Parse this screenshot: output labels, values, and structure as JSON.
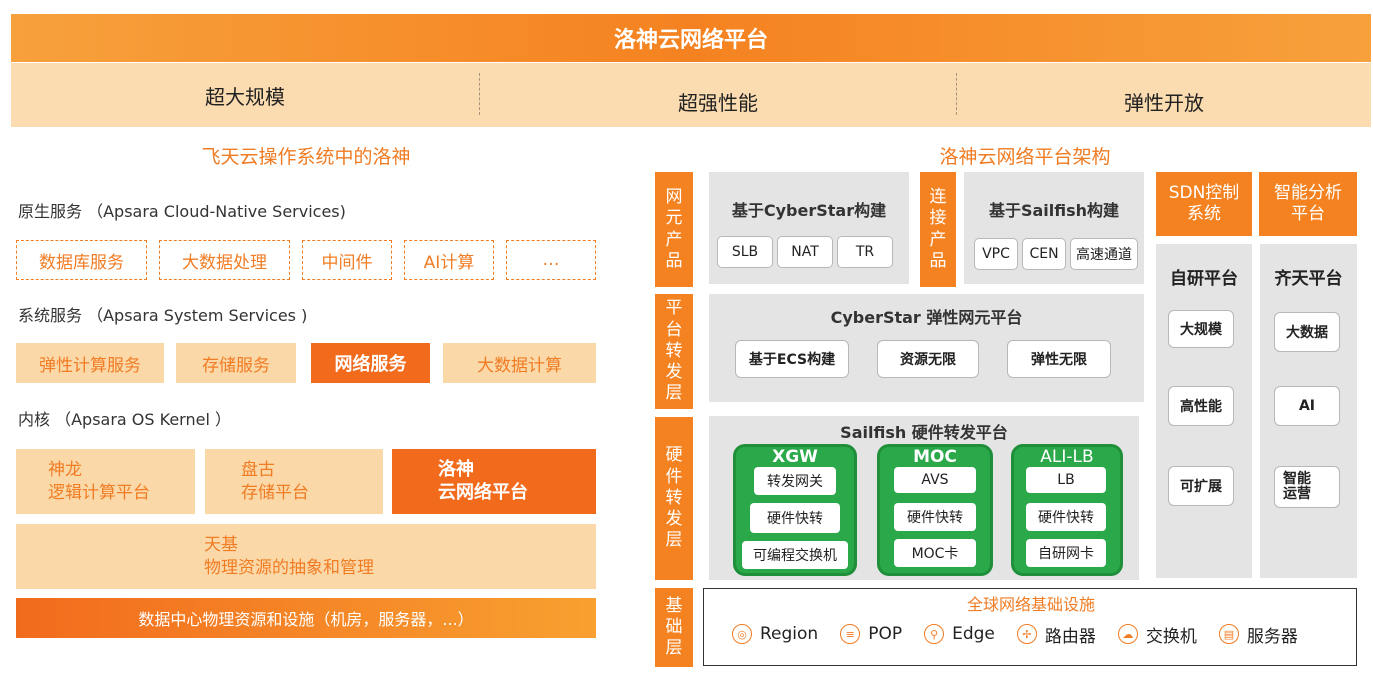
{
  "banner": {
    "title": "洛神云网络平台"
  },
  "pillars": [
    "超大规模",
    "超强性能",
    "弹性开放"
  ],
  "left": {
    "title": "飞天云操作系统中的洛神",
    "native": {
      "label": "原生服务 （Apsara Cloud-Native Services)",
      "items": [
        "数据库服务",
        "大数据处理",
        "中间件",
        "AI计算",
        "…"
      ]
    },
    "system": {
      "label": "系统服务 （Apsara System Services )",
      "items": [
        "弹性计算服务",
        "存储服务",
        "网络服务",
        "大数据计算"
      ]
    },
    "kernel": {
      "label": "内核 （Apsara OS Kernel ）",
      "shenlong": {
        "line1": "神龙",
        "line2": "逻辑计算平台"
      },
      "pangu": {
        "line1": "盘古",
        "line2": "存储平台"
      },
      "luoshen": {
        "line1": "洛神",
        "line2": "云网络平台"
      },
      "tianji": {
        "line1": "天基",
        "line2": "物理资源的抽象和管理"
      }
    },
    "datacenter": "数据中心物理资源和设施（机房，服务器，...）"
  },
  "right": {
    "title": "洛神云网络平台架构",
    "layers": {
      "network_product": [
        "网",
        "元",
        "产",
        "品"
      ],
      "connect_product": [
        "连",
        "接",
        "产",
        "品"
      ],
      "forwarding": [
        "平",
        "台",
        "转",
        "发",
        "层"
      ],
      "hardware": [
        "硬",
        "件",
        "转",
        "发",
        "层"
      ],
      "base": [
        "基",
        "础",
        "层"
      ]
    },
    "cyberstar_build": {
      "title": "基于CyberStar构建",
      "items": [
        "SLB",
        "NAT",
        "TR"
      ]
    },
    "sailfish_build": {
      "title": "基于Sailfish构建",
      "items": [
        "VPC",
        "CEN",
        "高速通道"
      ]
    },
    "cyberstar_platform": {
      "title": "CyberStar 弹性网元平台",
      "items": [
        "基于ECS构建",
        "资源无限",
        "弹性无限"
      ]
    },
    "sailfish_platform": {
      "title": "Sailfish 硬件转发平台",
      "xgw": {
        "title": "XGW",
        "items": [
          "转发网关",
          "硬件快转",
          "可编程交换机"
        ]
      },
      "moc": {
        "title": "MOC",
        "items": [
          "AVS",
          "硬件快转",
          "MOC卡"
        ]
      },
      "alilb": {
        "title": "ALI-LB",
        "items": [
          "LB",
          "硬件快转",
          "自研网卡"
        ]
      }
    },
    "sdn": {
      "line1": "SDN控制",
      "line2": "系统"
    },
    "analytics": {
      "line1": "智能分析",
      "line2": "平台"
    },
    "self_platform": {
      "title": "自研平台",
      "items": [
        "大规模",
        "高性能",
        "可扩展"
      ]
    },
    "qitian_platform": {
      "title": "齐天平台",
      "items": [
        "大数据",
        "AI"
      ],
      "ops": {
        "line1": "智能",
        "line2": "运营"
      }
    },
    "infra": {
      "title": "全球网络基础设施",
      "items": [
        {
          "icon": "region-icon",
          "glyph": "◎",
          "label": "Region"
        },
        {
          "icon": "pop-icon",
          "glyph": "≡",
          "label": "POP"
        },
        {
          "icon": "edge-icon",
          "glyph": "⚲",
          "label": "Edge"
        },
        {
          "icon": "router-icon",
          "glyph": "✢",
          "label": "路由器"
        },
        {
          "icon": "switch-icon",
          "glyph": "☁",
          "label": "交换机"
        },
        {
          "icon": "server-icon",
          "glyph": "▤",
          "label": "服务器"
        }
      ]
    }
  }
}
